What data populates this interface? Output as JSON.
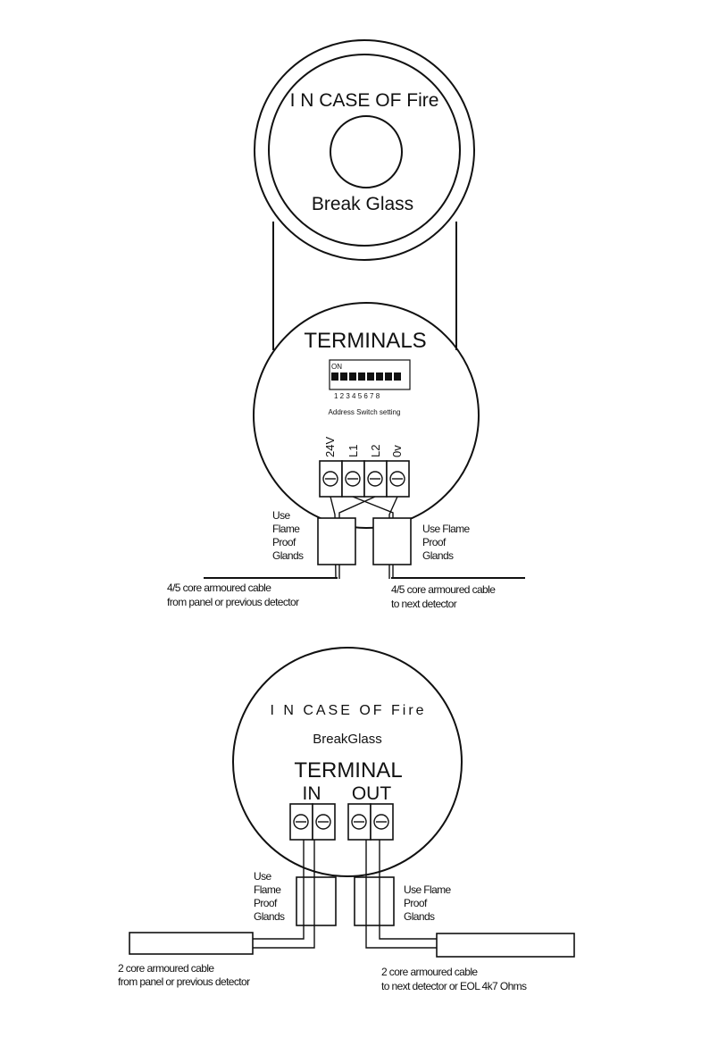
{
  "top_diagram": {
    "label_case": "I N CASE OF Fire",
    "label_break": "Break Glass",
    "label_terminals": "TERMINALS",
    "dip_on": "ON",
    "dip_numbers": "1 2 3 4 5 6 7 8",
    "dip_caption": "Address Switch setting",
    "terminals": [
      "24V",
      "L1",
      "L2",
      "0v"
    ],
    "gland_left": [
      "Use",
      "Flame",
      "Proof",
      "Glands"
    ],
    "gland_right": [
      "Use Flame",
      "Proof",
      "Glands"
    ],
    "cable_left": [
      "4/5 core armoured cable",
      "from panel or previous detector"
    ],
    "cable_right": [
      "4/5 core armoured cable",
      "to next detector"
    ]
  },
  "bottom_diagram": {
    "label_case": "I N CASE OF Fire",
    "label_break": "BreakGlass",
    "label_terminal": "TERMINAL",
    "label_in": "IN",
    "label_out": "OUT",
    "gland_left": [
      "Use",
      "Flame",
      "Proof",
      "Glands"
    ],
    "gland_right": [
      "Use Flame",
      "Proof",
      "Glands"
    ],
    "cable_left": [
      "2 core armoured cable",
      "from panel or previous detector"
    ],
    "cable_right": [
      "2 core armoured cable",
      "to next detector or EOL 4k7 Ohms"
    ]
  }
}
